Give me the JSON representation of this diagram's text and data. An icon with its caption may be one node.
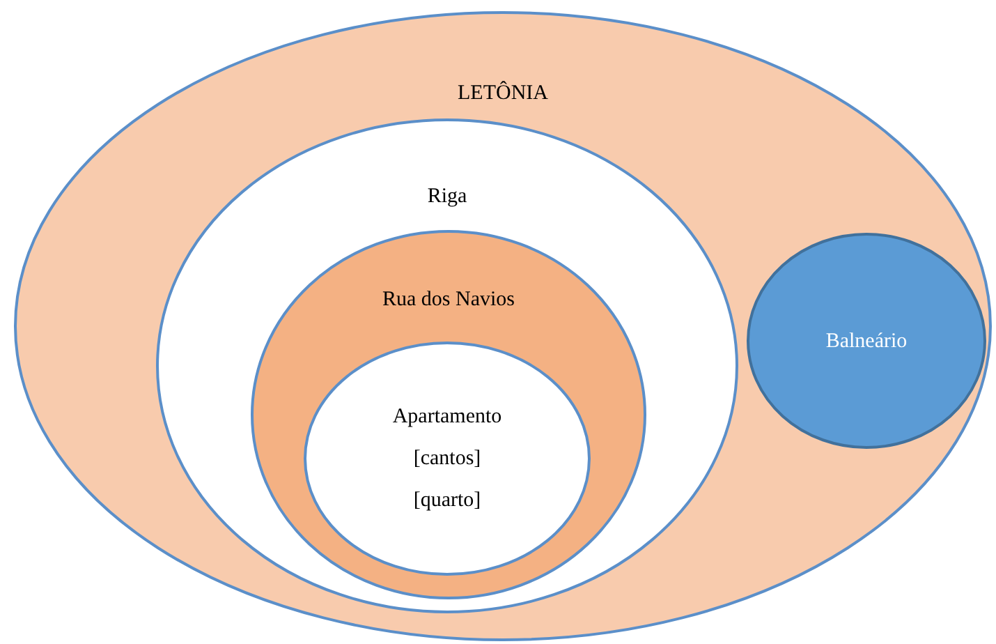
{
  "diagram": {
    "nodes": [
      {
        "text": [
          "LETÔNIA"
        ]
      },
      {
        "text": [
          "Riga"
        ],
        "in": 0
      },
      {
        "text": [
          "Rua dos Navios"
        ],
        "in": 1
      },
      {
        "text": [
          "Apartamento",
          "[cantos]",
          "[quarto]"
        ],
        "in": 2
      },
      {
        "text": [
          "Balneário"
        ],
        "in": 0
      }
    ]
  }
}
